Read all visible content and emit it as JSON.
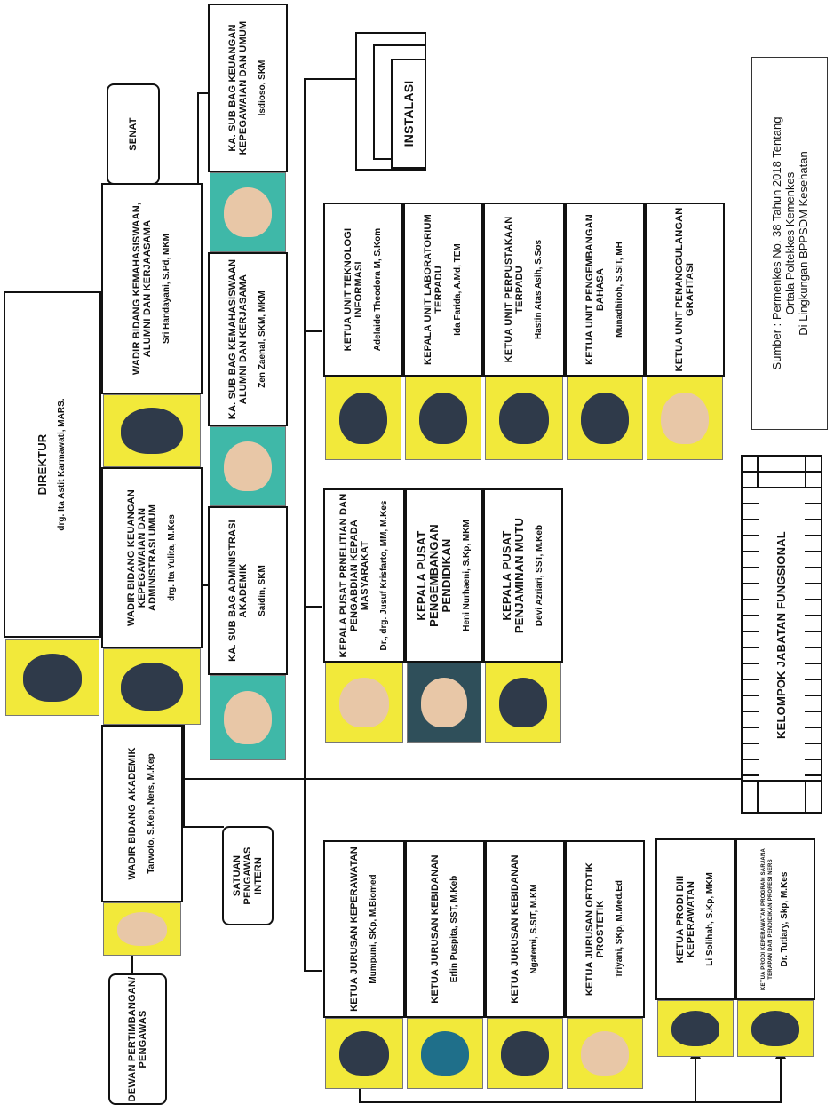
{
  "nodes": {
    "direktur": {
      "title": "DIREKTUR",
      "name": "drg. Ita Astit Karmawati, MARS."
    },
    "senat": {
      "title": "SENAT"
    },
    "instalasi": {
      "title": "INSTALASI"
    },
    "dewan": {
      "title": "DEWAN PERTIMBANGAN/ PENGAWAS"
    },
    "spi": {
      "title": "SATUAN PENGAWAS INTERN"
    },
    "wadir_akademik": {
      "title": "WADIR BIDANG AKADEMIK",
      "name": "Tarwoto, S.Kep, Ners, M.Kep"
    },
    "wadir_keuangan": {
      "title": "WADIR BIDANG KEUANGAN KEPEGAWAIAN DAN ADMINISTRASI UMUM",
      "name": "drg. Ita Yulita, M.Kes"
    },
    "wadir_kemahasiswaan": {
      "title": "WADIR BIDANG KEMAHASISWAAN, ALUMNI DAN KERJAASAMA",
      "name": "Sri Handayani, S.Pd, MKM"
    },
    "kasubbag_akademik": {
      "title": "KA. SUB BAG ADMINISTRASI AKADEMIK",
      "name": "Saidin, SKM"
    },
    "kasubbag_kemahasiswaan": {
      "title": "KA. SUB BAG KEMAHASISWAAN ALUMNI DAN KERJASAMA",
      "name": "Zen Zaenal, SKM, MKM"
    },
    "kasubbag_keuangan": {
      "title": "KA. SUB BAG KEUANGAN KEPEGAWAIAN DAN UMUM",
      "name": "Isdioso, SKM"
    },
    "pusat_penelitian": {
      "title": "KEPALA PUSAT PRNELITIAN DAN PENGABDIAN KEPADA MASYARAKAT",
      "name": "Dr., drg. Jusuf Krisfarto, MM, M.Kes"
    },
    "pusat_pendidikan": {
      "title": "KEPALA PUSAT PENGEMBANGAN PENDIDIKAN",
      "name": "Heni Nurhaeni, S.Kp, MKM"
    },
    "pusat_mutu": {
      "title": "KEPALA PUSAT PENJAMINAN MUTU",
      "name": "Devi Azriari, SST, M.Keb"
    },
    "unit_ti": {
      "title": "KETUA UNIT TEKNOLOGI INFORMASI",
      "name": "Adelaide Theodora M, S.Kom"
    },
    "unit_lab": {
      "title": "KEPALA UNIT LABORATORIUM TERPADU",
      "name": "Ida Farida, A.Md, TEM"
    },
    "unit_perpus": {
      "title": "KETUA UNIT PERPUSTAKAAN TERPADU",
      "name": "Hastin Atas Asih, S.Sos"
    },
    "unit_bahasa": {
      "title": "KETUA UNIT PENGEMBANGAN BAHASA",
      "name": "Munadhiroh, S.SIT, MH"
    },
    "unit_grafitasi": {
      "title": "KETUA UNIT PENANGGULANGAN GRAFITASI"
    },
    "jur_keperawatan": {
      "title": "KETUA JURUSAN KEPERAWATAN",
      "name": "Mumpuni, SKp, M.Biomed"
    },
    "jur_kebidanan1": {
      "title": "KETUA JURUSAN KEBIDANAN",
      "name": "Erlin Puspita, SST, M.Keb"
    },
    "jur_kebidanan2": {
      "title": "KETUA JURUSAN KEBIDANAN",
      "name": "Ngatemi, S.SIT, M.KM"
    },
    "jur_ortotik": {
      "title": "KETUA JURUSAN ORTOTIK PROSTETIK",
      "name": "Triyani, SKp, M.Med.Ed"
    },
    "prodi_diii": {
      "title": "KETUA PRODI DIII KEPERAWATAN",
      "name": "Li Solihah, S.Kp, MKM"
    },
    "prodi_ners": {
      "title": "KETUA PRODI KEPERAWATAN PROGRAM SARJANA TERAPAN DAN PENDIDIKAN PROFESI NERS",
      "name": "Dr. Tutiary, Skp, M.Kes"
    },
    "fungsional": {
      "title": "KELOMPOK JABATAN FUNGSIONAL"
    }
  },
  "source": {
    "line1": "Sumber : Permenkes No. 38 Tahun 2018 Tentang",
    "line2": "Ortala Poltekkes Kemenkes",
    "line3": "Di Lingkungan BPPSDM Kesehatan"
  }
}
